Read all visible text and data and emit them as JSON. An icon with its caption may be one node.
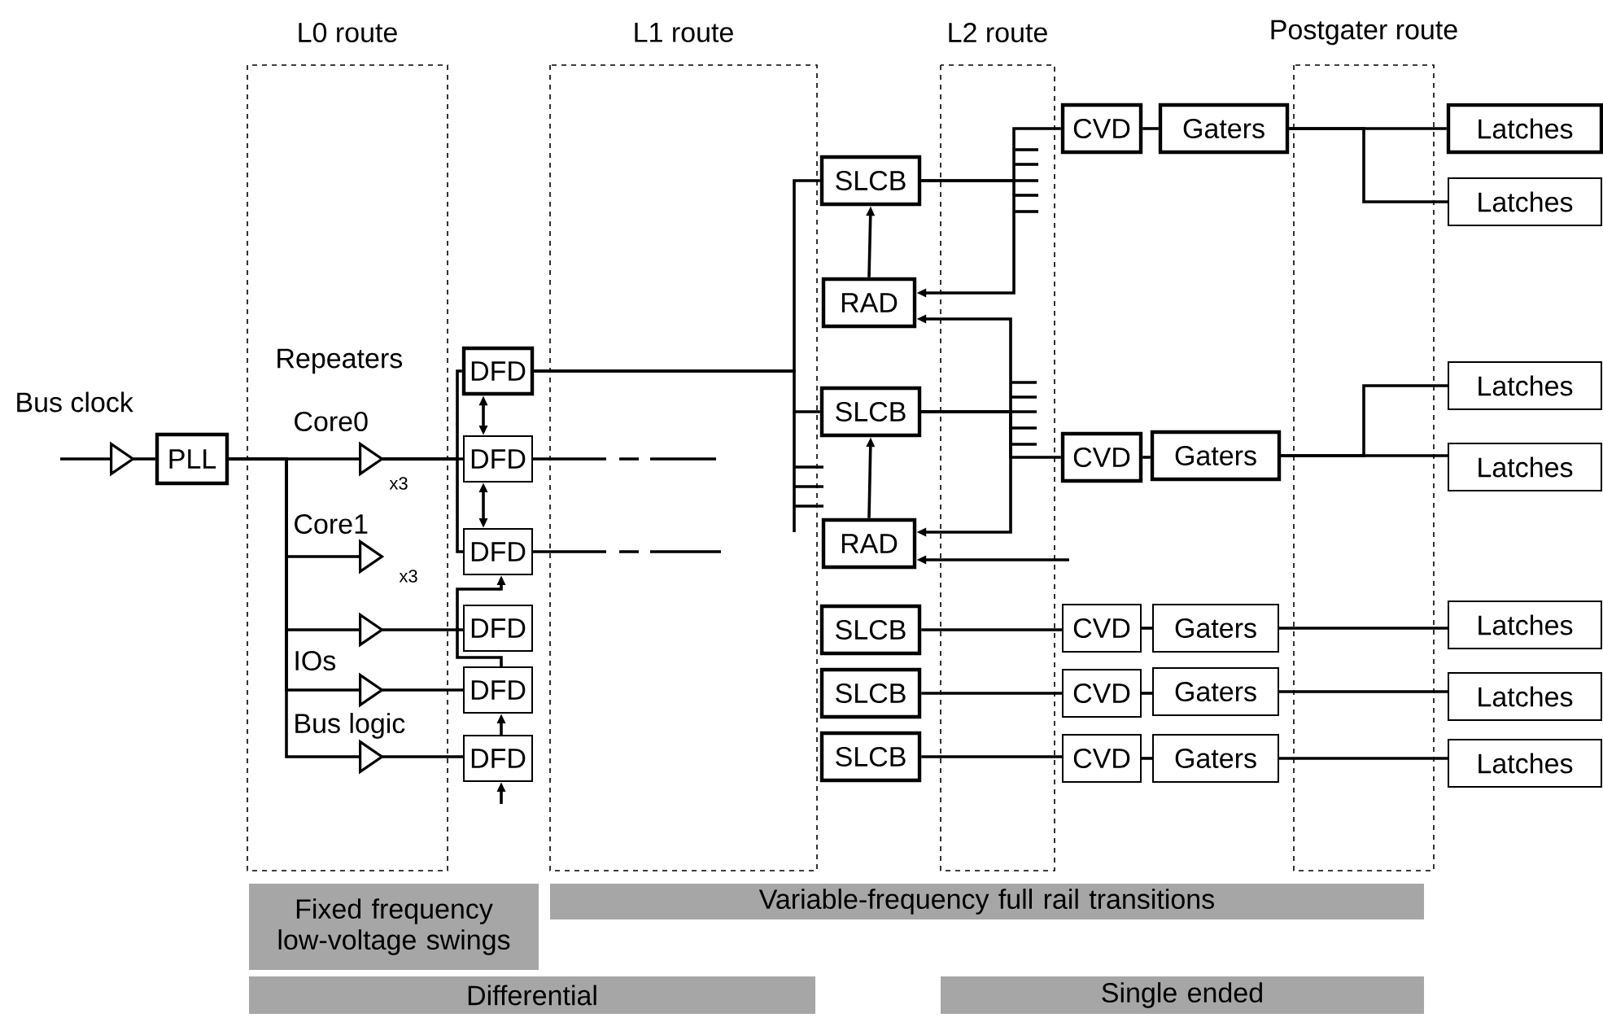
{
  "diagram": {
    "nodes": [
      {
        "text": [],
        "shape": "triangle"
      },
      {
        "text": [],
        "shape": "triangle"
      },
      {
        "text": [],
        "shape": "triangle"
      },
      {
        "text": [],
        "shape": "triangle"
      },
      {
        "text": [],
        "shape": "triangle"
      },
      {
        "text": [],
        "shape": "triangle"
      },
      {
        "text": [
          "PLL"
        ]
      },
      {
        "text": [
          "DFD"
        ]
      },
      {
        "text": [
          "DFD"
        ]
      },
      {
        "text": [
          "DFD"
        ]
      },
      {
        "text": [
          "DFD"
        ]
      },
      {
        "text": [
          "DFD"
        ]
      },
      {
        "text": [
          "DFD"
        ]
      },
      {
        "text": [
          "SLCB"
        ]
      },
      {
        "text": [
          "RAD"
        ]
      },
      {
        "text": [
          "SLCB"
        ]
      },
      {
        "text": [
          "RAD"
        ]
      },
      {
        "text": [
          "SLCB"
        ]
      },
      {
        "text": [
          "SLCB"
        ]
      },
      {
        "text": [
          "SLCB"
        ]
      },
      {
        "text": [
          "CVD"
        ]
      },
      {
        "text": [
          "CVD"
        ]
      },
      {
        "text": [
          "CVD"
        ]
      },
      {
        "text": [
          "CVD"
        ]
      },
      {
        "text": [
          "CVD"
        ]
      },
      {
        "text": [
          "Gaters"
        ]
      },
      {
        "text": [
          "Gaters"
        ]
      },
      {
        "text": [
          "Gaters"
        ]
      },
      {
        "text": [
          "Gaters"
        ]
      },
      {
        "text": [
          "Gaters"
        ]
      },
      {
        "text": [
          "Latches"
        ]
      },
      {
        "text": [
          "Latches"
        ]
      },
      {
        "text": [
          "Latches"
        ]
      },
      {
        "text": [
          "Latches"
        ]
      },
      {
        "text": [
          "Latches"
        ]
      },
      {
        "text": [
          "Latches"
        ]
      },
      {
        "text": [
          "Latches"
        ]
      },
      {
        "text": [
          "Fixed frequency low-voltage swings"
        ]
      },
      {
        "text": [
          "Variable-frequency full rail transitions"
        ]
      },
      {
        "text": [
          "Differential"
        ]
      },
      {
        "text": [
          "Single ended"
        ]
      }
    ],
    "edges": [
      {
        "from": null,
        "to": 0,
        "arrow": "none"
      },
      {
        "from": 0,
        "to": 6,
        "arrow": "none"
      },
      {
        "from": 6,
        "to": 1,
        "arrow": "none"
      },
      {
        "from": 6,
        "to": 2,
        "arrow": "none"
      },
      {
        "from": 6,
        "to": 3,
        "arrow": "none"
      },
      {
        "from": 6,
        "to": 4,
        "arrow": "none"
      },
      {
        "from": 6,
        "to": 5,
        "arrow": "none"
      },
      {
        "from": 1,
        "to": 7,
        "arrow": "none"
      },
      {
        "from": 1,
        "to": 8,
        "arrow": "none"
      },
      {
        "from": 1,
        "to": 9,
        "arrow": "none"
      },
      {
        "from": 7,
        "to": 8,
        "arrow": "both"
      },
      {
        "from": 8,
        "to": 9,
        "arrow": "both"
      },
      {
        "from": 3,
        "to": 10,
        "arrow": "none"
      },
      {
        "from": 4,
        "to": 11,
        "arrow": "none"
      },
      {
        "from": 5,
        "to": 12,
        "arrow": "none"
      },
      {
        "from": 11,
        "to": 9,
        "arrow": "to"
      },
      {
        "from": 12,
        "to": 11,
        "arrow": "to"
      },
      {
        "from": null,
        "to": 12,
        "arrow": "to"
      },
      {
        "from": 7,
        "to": 13,
        "arrow": "none"
      },
      {
        "from": 7,
        "to": 15,
        "arrow": "none"
      },
      {
        "from": 8,
        "to": null,
        "arrow": "none",
        "style": "dashed"
      },
      {
        "from": 9,
        "to": null,
        "arrow": "none",
        "style": "dashed"
      },
      {
        "from": 14,
        "to": 13,
        "arrow": "to"
      },
      {
        "from": 16,
        "to": 15,
        "arrow": "to"
      },
      {
        "from": 13,
        "to": 20,
        "arrow": "none"
      },
      {
        "from": 13,
        "to": 14,
        "arrow": "to"
      },
      {
        "from": 15,
        "to": 14,
        "arrow": "to"
      },
      {
        "from": 15,
        "to": 21,
        "arrow": "none"
      },
      {
        "from": 15,
        "to": 16,
        "arrow": "to"
      },
      {
        "from": null,
        "to": 16,
        "arrow": "to"
      },
      {
        "from": 17,
        "to": 22,
        "arrow": "none"
      },
      {
        "from": 18,
        "to": 23,
        "arrow": "none"
      },
      {
        "from": 19,
        "to": 24,
        "arrow": "none"
      },
      {
        "from": 20,
        "to": 25,
        "arrow": "none"
      },
      {
        "from": 21,
        "to": 26,
        "arrow": "none"
      },
      {
        "from": 22,
        "to": 27,
        "arrow": "none"
      },
      {
        "from": 23,
        "to": 28,
        "arrow": "none"
      },
      {
        "from": 24,
        "to": 29,
        "arrow": "none"
      },
      {
        "from": 25,
        "to": 30,
        "arrow": "none"
      },
      {
        "from": 25,
        "to": 31,
        "arrow": "none"
      },
      {
        "from": 26,
        "to": 32,
        "arrow": "none"
      },
      {
        "from": 26,
        "to": 33,
        "arrow": "none"
      },
      {
        "from": 27,
        "to": 34,
        "arrow": "none"
      },
      {
        "from": 28,
        "to": 35,
        "arrow": "none"
      },
      {
        "from": 29,
        "to": 36,
        "arrow": "none"
      }
    ],
    "labels": [
      "L0 route",
      "L1 route",
      "L2 route",
      "Postgater route",
      "Bus clock",
      "Repeaters",
      "Core0",
      "x3",
      "Core1",
      "x3",
      "IOs",
      "Bus logic"
    ]
  }
}
